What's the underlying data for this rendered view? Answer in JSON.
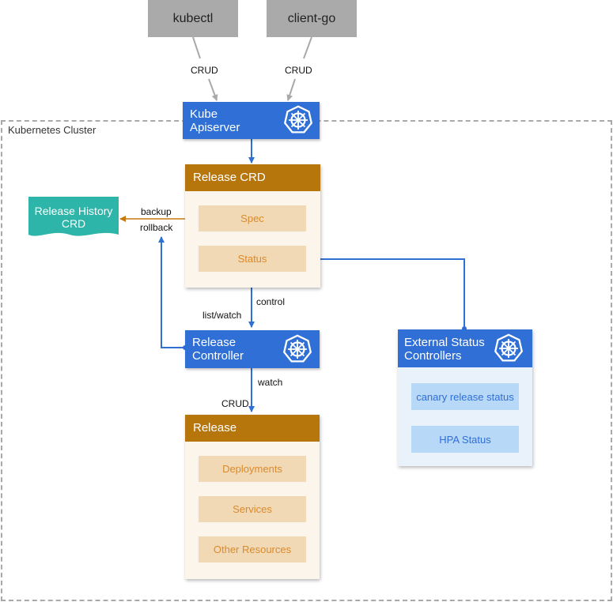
{
  "clients": {
    "kubectl": "kubectl",
    "client_go": "client-go"
  },
  "edges": {
    "crud_left": "CRUD",
    "crud_right": "CRUD",
    "backup": "backup",
    "rollback": "rollback",
    "control": "control",
    "list_watch": "list/watch",
    "watch": "watch",
    "crud_bottom": "CRUD"
  },
  "cluster": {
    "label": "Kubernetes Cluster"
  },
  "apiserver": {
    "line1": "Kube",
    "line2": "Apiserver",
    "icon": "kubernetes-helm-icon"
  },
  "release_crd": {
    "title": "Release CRD",
    "items": [
      "Spec",
      "Status"
    ]
  },
  "release_history": {
    "line1": "Release History",
    "line2": "CRD"
  },
  "release_controller": {
    "line1": "Release",
    "line2": "Controller",
    "icon": "kubernetes-helm-icon"
  },
  "release": {
    "title": "Release",
    "items": [
      "Deployments",
      "Services",
      "Other Resources"
    ]
  },
  "external_controllers": {
    "line1": "External Status",
    "line2": "Controllers",
    "icon": "kubernetes-helm-icon",
    "items": [
      "canary release status",
      "HPA Status"
    ]
  },
  "colors": {
    "blue": "#2f6fd6",
    "orange_header": "#b7760c",
    "tan_item": "#f2d9b6",
    "tan_text": "#d98a2b",
    "teal": "#2cb5a8",
    "gray_client": "#aaaaaa",
    "light_blue_item": "#b8d8f8"
  }
}
